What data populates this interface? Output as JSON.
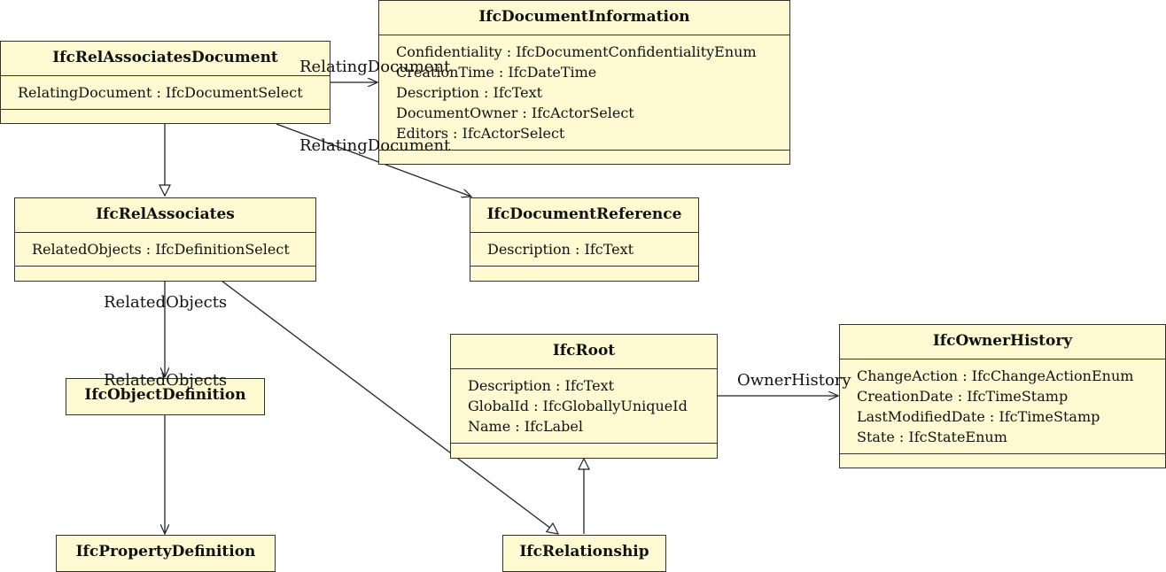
{
  "classes": {
    "rel_assoc_doc": {
      "name": "IfcRelAssociatesDocument",
      "attributes": [
        "RelatingDocument : IfcDocumentSelect"
      ]
    },
    "doc_info": {
      "name": "IfcDocumentInformation",
      "attributes": [
        "Confidentiality : IfcDocumentConfidentialityEnum",
        "CreationTime : IfcDateTime",
        "Description : IfcText",
        "DocumentOwner : IfcActorSelect",
        "Editors : IfcActorSelect"
      ]
    },
    "rel_assoc": {
      "name": "IfcRelAssociates",
      "attributes": [
        "RelatedObjects : IfcDefinitionSelect"
      ]
    },
    "doc_ref": {
      "name": "IfcDocumentReference",
      "attributes": [
        "Description : IfcText"
      ]
    },
    "root": {
      "name": "IfcRoot",
      "attributes": [
        "Description : IfcText",
        "GlobalId : IfcGloballyUniqueId",
        "Name : IfcLabel"
      ]
    },
    "owner_history": {
      "name": "IfcOwnerHistory",
      "attributes": [
        "ChangeAction : IfcChangeActionEnum",
        "CreationDate : IfcTimeStamp",
        "LastModifiedDate : IfcTimeStamp",
        "State : IfcStateEnum"
      ]
    },
    "object_def": {
      "name": "IfcObjectDefinition"
    },
    "property_def": {
      "name": "IfcPropertyDefinition"
    },
    "relationship": {
      "name": "IfcRelationship"
    }
  },
  "edges": {
    "doc_to_info": "RelatingDocument",
    "doc_to_ref": "RelatingDocument",
    "assoc_related_1": "RelatedObjects",
    "assoc_related_2": "RelatedObjects",
    "owner_history": "OwnerHistory"
  }
}
